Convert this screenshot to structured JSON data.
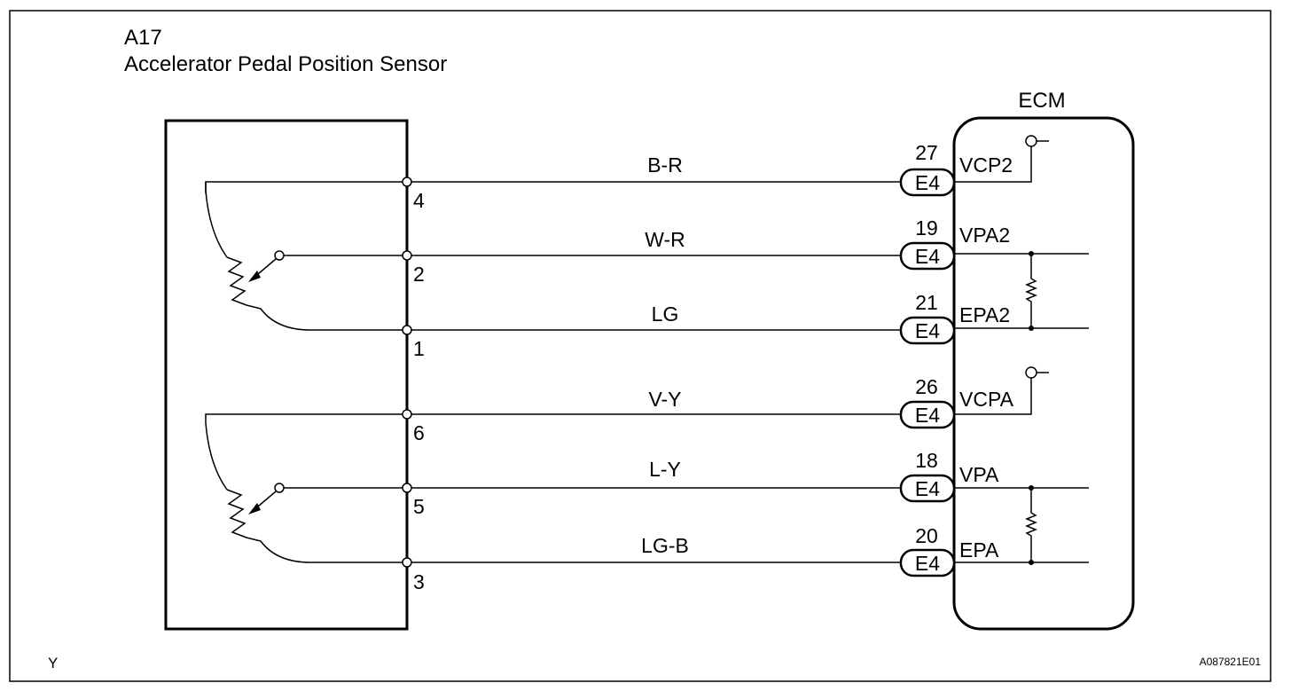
{
  "component": {
    "id": "A17",
    "name": "Accelerator Pedal Position Sensor"
  },
  "ecm": {
    "label": "ECM"
  },
  "connector_label": "E4",
  "wires": [
    {
      "sensor_pin": "4",
      "color": "B-R",
      "ecm_pin": "27",
      "ecm_terminal": "VCP2"
    },
    {
      "sensor_pin": "2",
      "color": "W-R",
      "ecm_pin": "19",
      "ecm_terminal": "VPA2"
    },
    {
      "sensor_pin": "1",
      "color": "LG",
      "ecm_pin": "21",
      "ecm_terminal": "EPA2"
    },
    {
      "sensor_pin": "6",
      "color": "V-Y",
      "ecm_pin": "26",
      "ecm_terminal": "VCPA"
    },
    {
      "sensor_pin": "5",
      "color": "L-Y",
      "ecm_pin": "18",
      "ecm_terminal": "VPA"
    },
    {
      "sensor_pin": "3",
      "color": "LG-B",
      "ecm_pin": "20",
      "ecm_terminal": "EPA"
    }
  ],
  "footer": {
    "left": "Y",
    "right": "A087821E01"
  }
}
